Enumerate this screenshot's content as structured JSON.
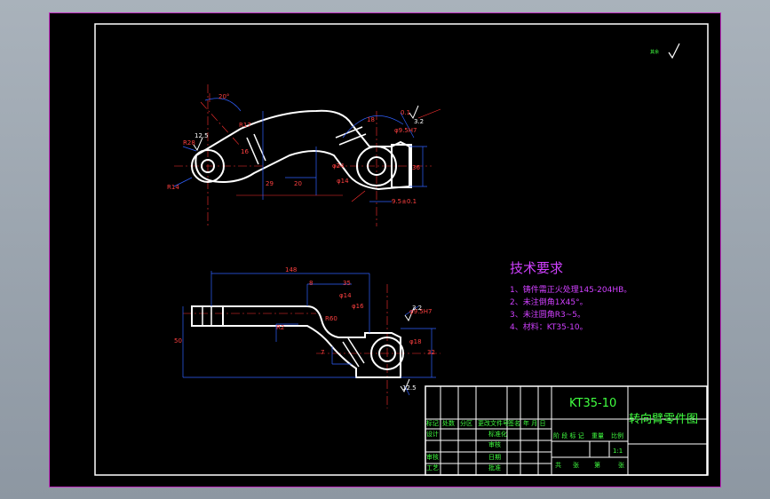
{
  "tech_requirements": {
    "title": "技术要求",
    "items": [
      "1、铸件需正火处理145-204HB。",
      "2、未注倒角1X45°。",
      "3、未注圆角R3~5。",
      "4、材料：KT35-10。"
    ]
  },
  "title_block": {
    "material": "KT35-10",
    "part_name": "转向臂零件图",
    "scale": "1:1",
    "header_row": [
      "标记",
      "处数",
      "分区",
      "更改文件号",
      "签名",
      "年 月 日"
    ],
    "rows_left": [
      "设计",
      "审核",
      "工艺"
    ],
    "rows_mid": [
      "标准化",
      "",
      "批准"
    ],
    "stage_labels": [
      "阶 段 标 记",
      "重量",
      "比例"
    ],
    "sheet_labels": [
      "共",
      "张",
      "第",
      "张"
    ],
    "mid_labels": [
      "审核",
      "日期"
    ]
  },
  "roughness_note": "其余",
  "dimensions": {
    "top_view": [
      "20°",
      "R14",
      "R28",
      "18",
      "29",
      "20",
      "16",
      "φ9.5H7",
      "φ14",
      "φ24",
      "36",
      "9.5±0.1",
      "0.1",
      "R17"
    ],
    "bottom_view": [
      "148",
      "8",
      "35",
      "R60",
      "φ14",
      "φ16",
      "φ9.5H7",
      "φ18",
      "50",
      "32",
      "12.5",
      "R2",
      "7"
    ]
  },
  "surface_roughness": [
    "3.2",
    "12.5",
    "3.2",
    "12.5"
  ]
}
